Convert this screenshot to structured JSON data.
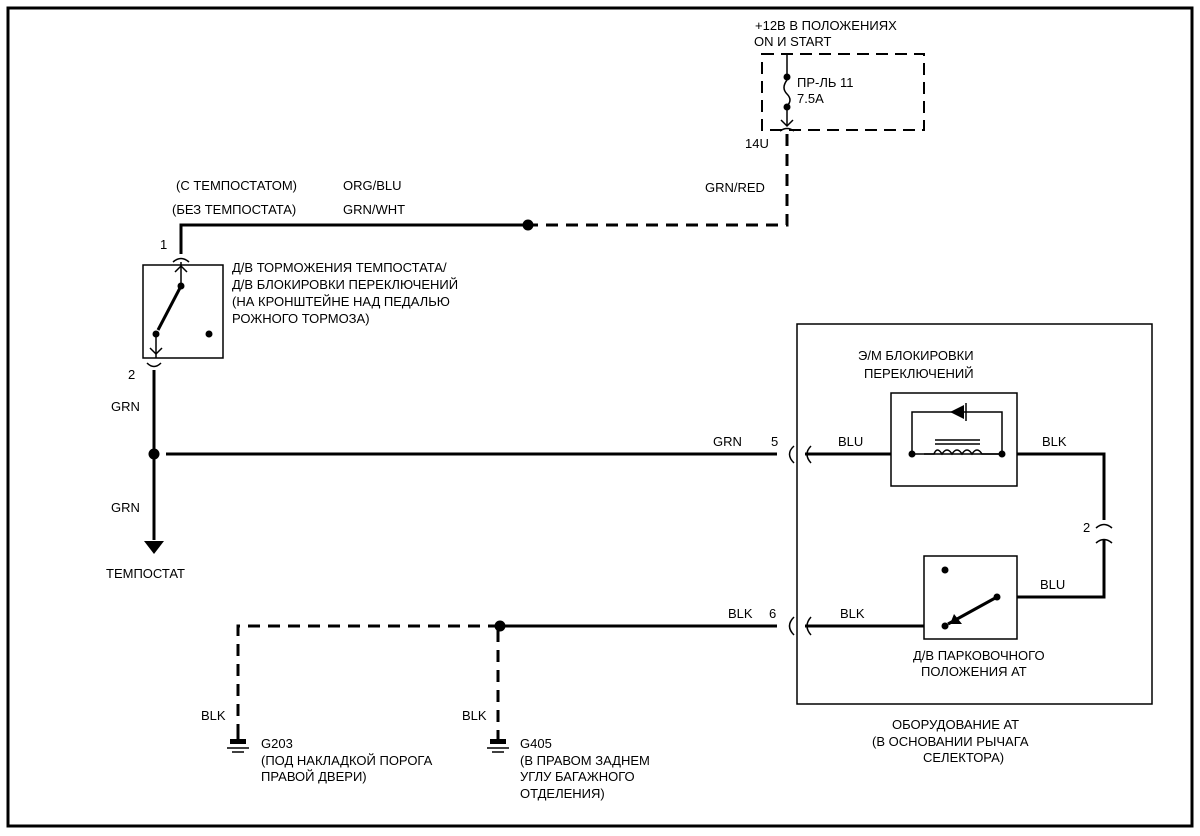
{
  "fuse_supply": {
    "line1": "+12В В ПОЛОЖЕНИЯХ",
    "line2": "ON И  START"
  },
  "fuse": {
    "name": "ПР-ЛЬ 11",
    "rating": "7.5А",
    "connector": "14U"
  },
  "wires": {
    "grn_red": "GRN/RED",
    "with_tempostat_label": "(С ТЕМПОСТАТОМ)",
    "with_tempostat_color": "ORG/BLU",
    "without_tempostat_label": "(БЕЗ ТЕМПОСТАТА)",
    "without_tempostat_color": "GRN/WHT",
    "grn_top": "GRN",
    "grn_bottom": "GRN",
    "grn_to_solenoid": "GRN",
    "blu_in": "BLU",
    "blk_out": "BLK",
    "blu_return": "BLU",
    "blk_switch": "BLK",
    "blk_ground_trunk": "BLK",
    "blk_g203": "BLK",
    "blk_g405": "BLK"
  },
  "brake_switch": {
    "pin1": "1",
    "pin2": "2",
    "line1": "Д/В ТОРМОЖЕНИЯ ТЕМПОСТАТА/",
    "line2": "Д/В БЛОКИРОВКИ  ПЕРЕКЛЮЧЕНИЙ",
    "line3": "(НА КРОНШТЕЙНЕ НАД ПЕДАЛЬЮ",
    "line4": "РОЖНОГО ТОРМОЗА)"
  },
  "tempostat": {
    "label": "ТЕМПОСТАТ"
  },
  "solenoid": {
    "line1": "Э/М БЛОКИРОВКИ",
    "line2": "ПЕРЕКЛЮЧЕНИЙ"
  },
  "connectors": {
    "pin5": "5",
    "pin6": "6",
    "pin2": "2"
  },
  "park_switch": {
    "line1": "Д/В ПАРКОВОЧНОГО",
    "line2": "ПОЛОЖЕНИЯ АТ"
  },
  "at_equipment": {
    "line1": "ОБОРУДОВАНИЕ АТ",
    "line2": "(В ОСНОВАНИИ  РЫЧАГА",
    "line3": "СЕЛЕКТОРА)"
  },
  "ground_g203": {
    "id": "G203",
    "line1": "(ПОД НАКЛАДКОЙ ПОРОГА",
    "line2": "ПРАВОЙ ДВЕРИ)"
  },
  "ground_g405": {
    "id": "G405",
    "line1": "(В ПРАВОМ ЗАДНЕМ",
    "line2": "УГЛУ БАГАЖНОГО",
    "line3": "ОТДЕЛЕНИЯ)"
  }
}
